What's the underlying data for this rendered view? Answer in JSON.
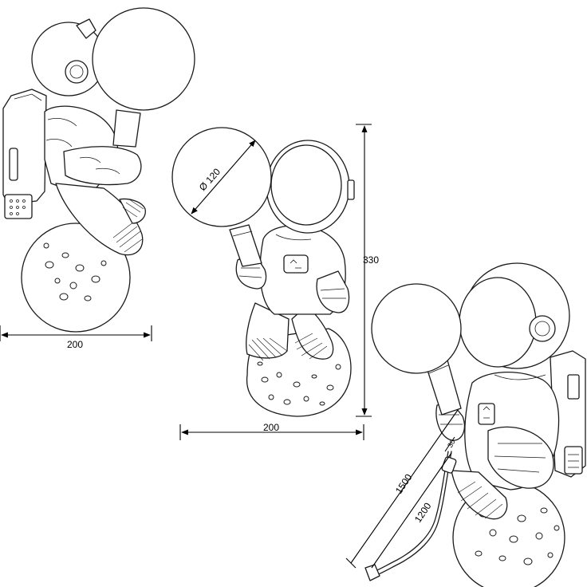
{
  "dimensions": {
    "left_width": "200",
    "middle_height": "330",
    "middle_width": "200",
    "globe_diameter": "120",
    "diameter_symbol": "Ø",
    "cable_total": "1500",
    "cable_lead": "1200",
    "switch_offset": "30"
  }
}
